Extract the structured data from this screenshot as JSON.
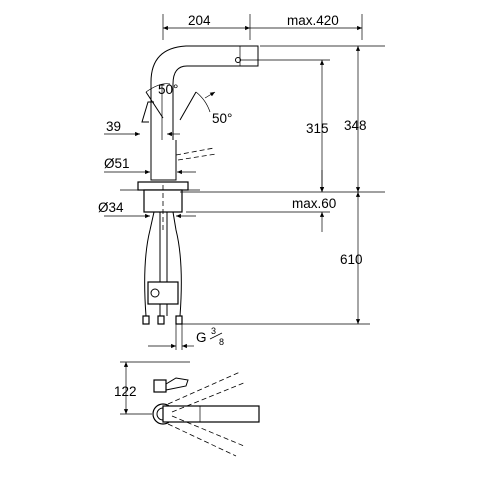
{
  "dimensions": {
    "top_reach": "204",
    "max_reach": "max.420",
    "total_height": "348",
    "spout_height": "315",
    "angle_left": "50°",
    "angle_right": "50°",
    "lever_offset": "39",
    "body_diameter": "Ø51",
    "hole_diameter": "Ø34",
    "max_counter": "max.60",
    "hose_length": "610",
    "connection": "G",
    "connection_fraction_num": "3",
    "connection_fraction_den": "8",
    "plan_depth": "122"
  }
}
